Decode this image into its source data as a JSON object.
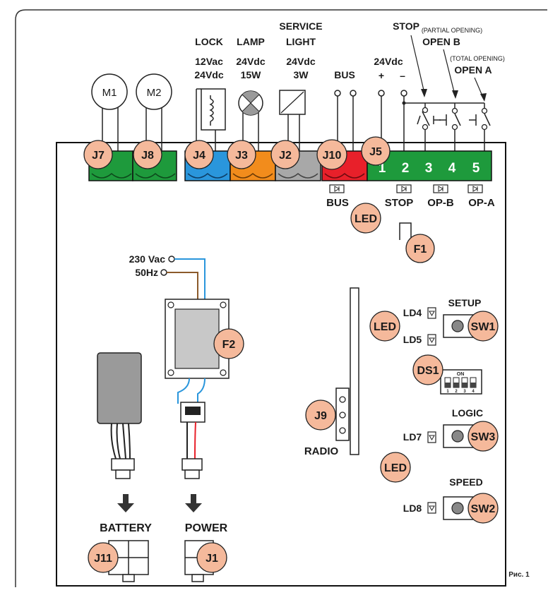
{
  "labels": {
    "lock": "LOCK",
    "lock_v1": "12Vac",
    "lock_v2": "24Vdc",
    "lamp": "LAMP",
    "lamp_v": "24Vdc",
    "lamp_w": "15W",
    "service1": "SERVICE",
    "service2": "LIGHT",
    "service_v": "24Vdc",
    "service_w": "3W",
    "bus": "BUS",
    "v24": "24Vdc",
    "plus": "+",
    "minus": "–",
    "stop": "STOP",
    "partial": "(PARTIAL OPENING)",
    "openb": "OPEN B",
    "total": "(TOTAL OPENING)",
    "opena": "OPEN A",
    "motor1": "M1",
    "motor2": "M2",
    "t1": "1",
    "t2": "2",
    "t3": "3",
    "t4": "4",
    "t5": "5",
    "led_bus": "BUS",
    "led_stop": "STOP",
    "led_opb": "OP-B",
    "led_opa": "OP-A",
    "v230": "230 Vac",
    "hz50": "50Hz",
    "setup": "SETUP",
    "ld4": "LD4",
    "ld5": "LD5",
    "dip_on": "ON",
    "dip1": "1",
    "dip2": "2",
    "dip3": "3",
    "dip4": "4",
    "logic": "LOGIC",
    "ld7": "LD7",
    "speed": "SPEED",
    "ld8": "LD8",
    "radio": "RADIO",
    "battery": "BATTERY",
    "power": "POWER",
    "fig": "Рис. 1"
  },
  "callouts": {
    "j7": "J7",
    "j8": "J8",
    "j4": "J4",
    "j3": "J3",
    "j2": "J2",
    "j10": "J10",
    "j5": "J5",
    "led1": "LED",
    "f1": "F1",
    "f2": "F2",
    "led2": "LED",
    "sw1": "SW1",
    "ds1": "DS1",
    "j9": "J9",
    "sw3": "SW3",
    "led3": "LED",
    "sw2": "SW2",
    "j11": "J11",
    "j1": "J1"
  },
  "colors": {
    "callout": "#f5b99b",
    "green": "#1e9a3c",
    "blue": "#2a96dc",
    "orange": "#f28c1c",
    "gray": "#a8a8a8",
    "red": "#e8202a"
  }
}
